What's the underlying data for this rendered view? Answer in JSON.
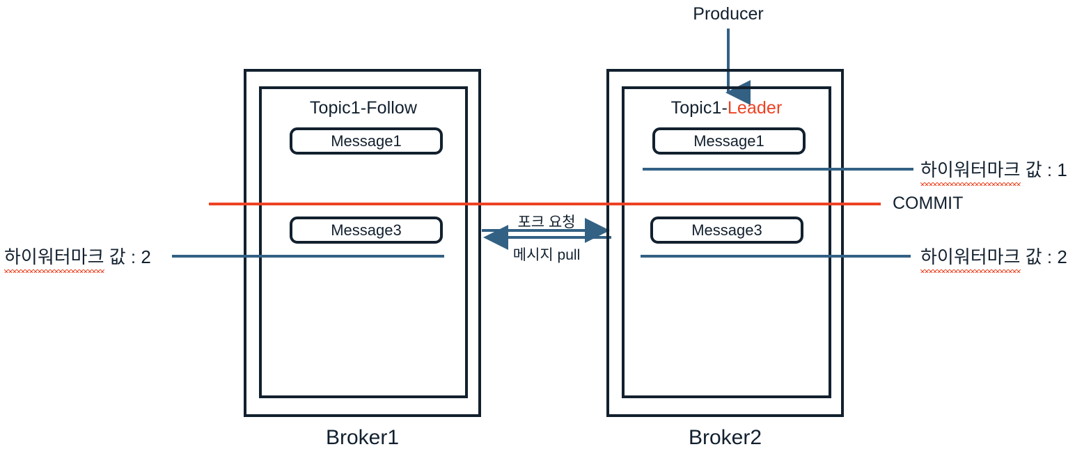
{
  "diagram": {
    "title_note": "Kafka replication high-watermark diagram",
    "colors": {
      "ink": "#12202e",
      "accent_red": "#ed4224",
      "steel_blue": "#336184",
      "background": "#ffffff",
      "spellcheck_red": "#ec4a2a"
    },
    "producer": {
      "label": "Producer"
    },
    "brokers": [
      {
        "caption": "Broker1",
        "topic": {
          "prefix": "Topic1-",
          "role": "Follow",
          "role_is_accent": false,
          "full": "Topic1-Follow"
        },
        "messages": [
          "Message1",
          "Message3"
        ]
      },
      {
        "caption": "Broker2",
        "topic": {
          "prefix": "Topic1-",
          "role": "Leader",
          "role_is_accent": true,
          "full": "Topic1-Leader"
        },
        "messages": [
          "Message1",
          "Message3"
        ]
      }
    ],
    "middle_arrows": {
      "top_label": "포크 요청",
      "top_direction": "right",
      "bottom_label": "메시지 pull",
      "bottom_direction": "left"
    },
    "watermarks": [
      {
        "id": "leader-hw-1",
        "korean": "하이워터마크",
        "suffix": " 값 : 1",
        "full": "하이워터마크 값 : 1",
        "side": "right",
        "value": "1",
        "spellcheck_underline": true
      },
      {
        "id": "follower-hw-2",
        "korean": "하이워터마크",
        "suffix": " 값 : 2",
        "full": "하이워터마크 값 : 2",
        "side": "left",
        "value": "2",
        "spellcheck_underline": true
      },
      {
        "id": "leader-hw-2",
        "korean": "하이워터마크",
        "suffix": " 값 : 2",
        "full": "하이워터마크 값 : 2",
        "side": "right",
        "value": "2",
        "spellcheck_underline": true
      }
    ],
    "commit": {
      "label": "COMMIT"
    }
  }
}
